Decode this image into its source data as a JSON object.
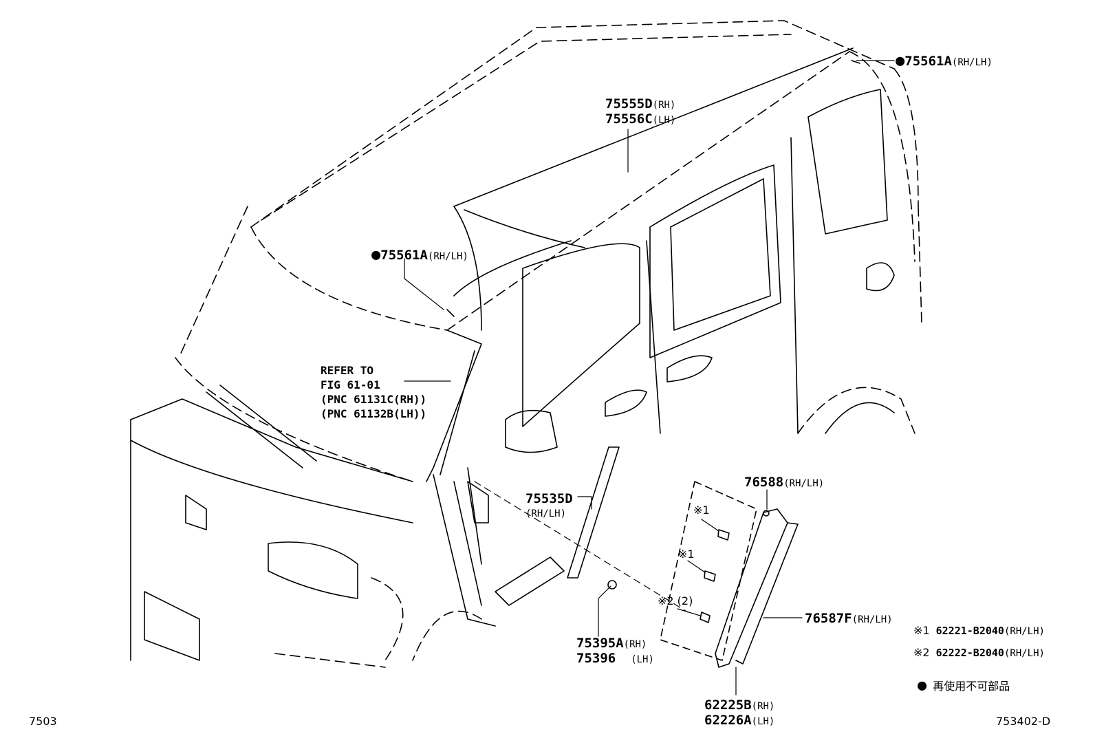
{
  "callouts": {
    "c75561a_top": {
      "dot": "●",
      "part": "75561A",
      "suffix": "(RH/LH)"
    },
    "c75555d": {
      "part": "75555D",
      "suffix": "(RH)"
    },
    "c75556c": {
      "part": "75556C",
      "suffix": "(LH)"
    },
    "c75561a_mid": {
      "dot": "●",
      "part": "75561A",
      "suffix": "(RH/LH)"
    },
    "c75535d": {
      "part": "75535D",
      "suffix": "(RH/LH)"
    },
    "c76588": {
      "part": "76588",
      "suffix": "(RH/LH)"
    },
    "c76587f": {
      "part": "76587F",
      "suffix": "(RH/LH)"
    },
    "c75395a": {
      "part": "75395A",
      "suffix": "(RH)"
    },
    "c75396": {
      "part": "75396",
      "suffix": "(LH)"
    },
    "c62225b": {
      "part": "62225B",
      "suffix": "(RH)"
    },
    "c62226a": {
      "part": "62226A",
      "suffix": "(LH)"
    }
  },
  "refer": {
    "line1": "REFER TO",
    "line2": "FIG 61-01",
    "line3": "(PNC 61131C(RH))",
    "line4": "(PNC 61132B(LH))"
  },
  "marks": {
    "m1a": "※1",
    "m1b": "※1",
    "m2": "※2 (2)"
  },
  "legend": {
    "row1": {
      "mark": "※1",
      "part": "62221-B2040",
      "suffix": "(RH/LH)"
    },
    "row2": {
      "mark": "※2",
      "part": "62222-B2040",
      "suffix": "(RH/LH)"
    },
    "row3": {
      "dot": "●",
      "text": "再使用不可部品"
    }
  },
  "footer": {
    "left": "7503",
    "right": "753402-D"
  }
}
